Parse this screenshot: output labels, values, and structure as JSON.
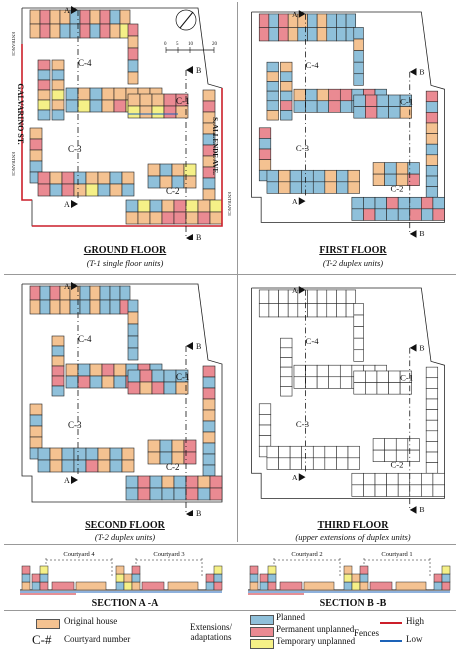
{
  "colors": {
    "original": "#f4c291",
    "planned": "#8fc0da",
    "permanent": "#ea8a92",
    "temporary": "#f5f087",
    "fence_high": "#cc1f2a",
    "fence_low": "#1d63b8",
    "line": "#222222"
  },
  "plans": [
    {
      "id": "ground",
      "title": "GROUND FLOOR",
      "subtitle": "(T-1 single floor units)",
      "courtyards": [
        "C-4",
        "C-1",
        "C-3",
        "C-2"
      ]
    },
    {
      "id": "first",
      "title": "FIRST FLOOR",
      "subtitle": "(T-2 duplex units)",
      "courtyards": [
        "C-4",
        "C-1",
        "C-3",
        "C-2"
      ]
    },
    {
      "id": "second",
      "title": "SECOND FLOOR",
      "subtitle": "(T-2 duplex units)",
      "courtyards": [
        "C-4",
        "C-1",
        "C-3",
        "C-2"
      ]
    },
    {
      "id": "third",
      "title": "THIRD FLOOR",
      "subtitle": "(upper extensions of duplex units)",
      "courtyards": [
        "C-4",
        "C-1",
        "C-3",
        "C-2"
      ]
    }
  ],
  "ground_labels": {
    "street_left": "GALVARINO ST.",
    "street_right": "S. ALLENDE AVE.",
    "entrance": "ENTRANCE",
    "scale": [
      "0",
      "5",
      "10",
      "20"
    ]
  },
  "section_markers": {
    "a": "A",
    "b": "B"
  },
  "sections": [
    {
      "title": "SECTION A -A",
      "courtyards": [
        "Courtyard 4",
        "Courtyard 3"
      ]
    },
    {
      "title": "SECTION B -B",
      "courtyards": [
        "Courtyard 2",
        "Courtyard 1"
      ]
    }
  ],
  "legend": {
    "original_house": "Original house",
    "courtyard_symbol": "C-#",
    "courtyard_number": "Courtyard number",
    "extensions_label": "Extensions/ adaptations",
    "planned": "Planned",
    "permanent_unplanned": "Permanent unplanned",
    "temporary_unplanned": "Temporary unplanned",
    "fences": "Fences",
    "high": "High",
    "low": "Low"
  }
}
